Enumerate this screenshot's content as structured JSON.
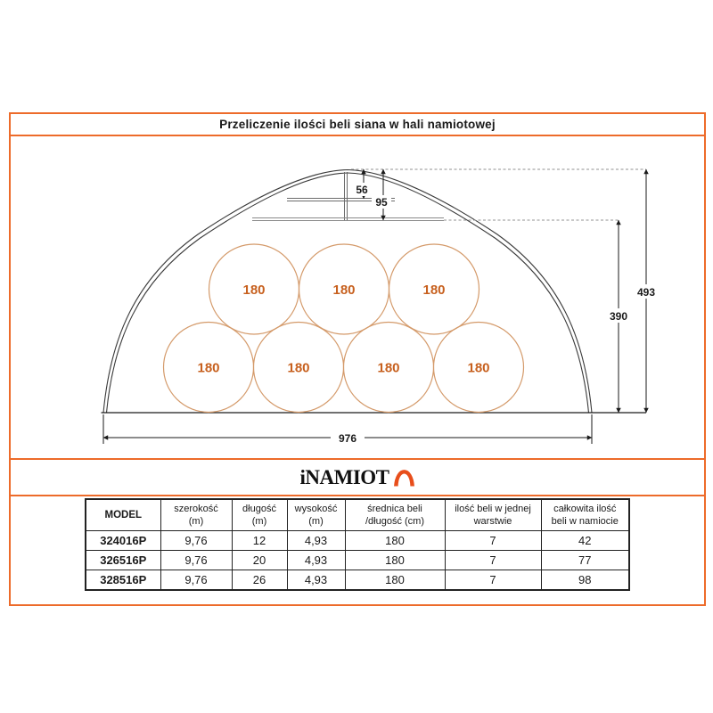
{
  "title": "Przeliczenie ilości beli siana w hali namiotowej",
  "diagram": {
    "dim_apex_to_beam": "56",
    "dim_apex_to_sidewall": "95",
    "dim_total_height": "493",
    "dim_sidewall_height": "390",
    "dim_total_width": "976",
    "bale_labels": [
      "180",
      "180",
      "180",
      "180",
      "180",
      "180",
      "180"
    ]
  },
  "logo": {
    "text": "iNAMIOT",
    "icon": "tent-icon"
  },
  "table": {
    "headers": [
      {
        "l1": "MODEL",
        "l2": ""
      },
      {
        "l1": "szerokość",
        "l2": "(m)"
      },
      {
        "l1": "długość",
        "l2": "(m)"
      },
      {
        "l1": "wysokość",
        "l2": "(m)"
      },
      {
        "l1": "średnica beli",
        "l2": "/długość (cm)"
      },
      {
        "l1": "ilość beli w jednej",
        "l2": "warstwie"
      },
      {
        "l1": "całkowita ilość",
        "l2": "beli w namiocie"
      }
    ],
    "rows": [
      [
        "324016P",
        "9,76",
        "12",
        "4,93",
        "180",
        "7",
        "42"
      ],
      [
        "326516P",
        "9,76",
        "20",
        "4,93",
        "180",
        "7",
        "77"
      ],
      [
        "328516P",
        "9,76",
        "26",
        "4,93",
        "180",
        "7",
        "98"
      ]
    ]
  },
  "colors": {
    "accent_orange": "#ED6B2A",
    "logo_icon_orange": "#E84E1B",
    "bale_outline": "#D49A6A",
    "bale_label": "#C7601E"
  }
}
